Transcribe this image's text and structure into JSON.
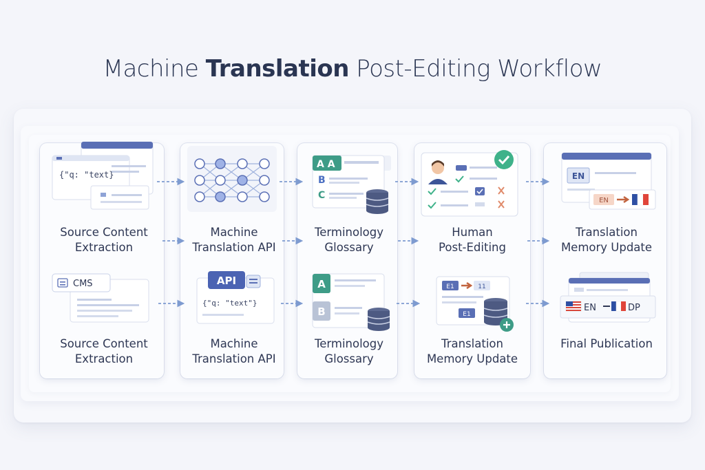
{
  "title": {
    "part1": "Machine ",
    "part2": "Translation",
    "part3": " Post-Editing Workflow"
  },
  "rows": [
    [
      {
        "label": "Source Content\nExtraction",
        "snippet": "{\"q: \"text}"
      },
      {
        "label": "Machine\nTranslation API"
      },
      {
        "label": "Terminology\nGlossary",
        "letters": [
          "A A",
          "B",
          "C"
        ]
      },
      {
        "label": "Human\nPost-Editing"
      },
      {
        "label": "Translation\nMemory Update",
        "lang_badge": "EN",
        "lang_pair": "EN"
      }
    ],
    [
      {
        "label": "Source Content\nExtraction",
        "badge": "CMS"
      },
      {
        "label": "Machine\nTranslation API",
        "badge": "API",
        "snippet": "{\"q: \"text\"}"
      },
      {
        "label": "Terminology\nGlossary",
        "letters": [
          "A",
          "B"
        ]
      },
      {
        "label": "Translation\nMemory Update",
        "seg_a": "E1",
        "seg_b": "11",
        "seg_c": "E1"
      },
      {
        "label": "Final Publication",
        "lang_a": "EN",
        "lang_b": "DP"
      }
    ]
  ],
  "colors": {
    "accent": "#5a6fb5",
    "arrow": "#7e9bd0",
    "check": "#3fb28a",
    "cross": "#e08a6a",
    "db": "#4d5a82"
  }
}
